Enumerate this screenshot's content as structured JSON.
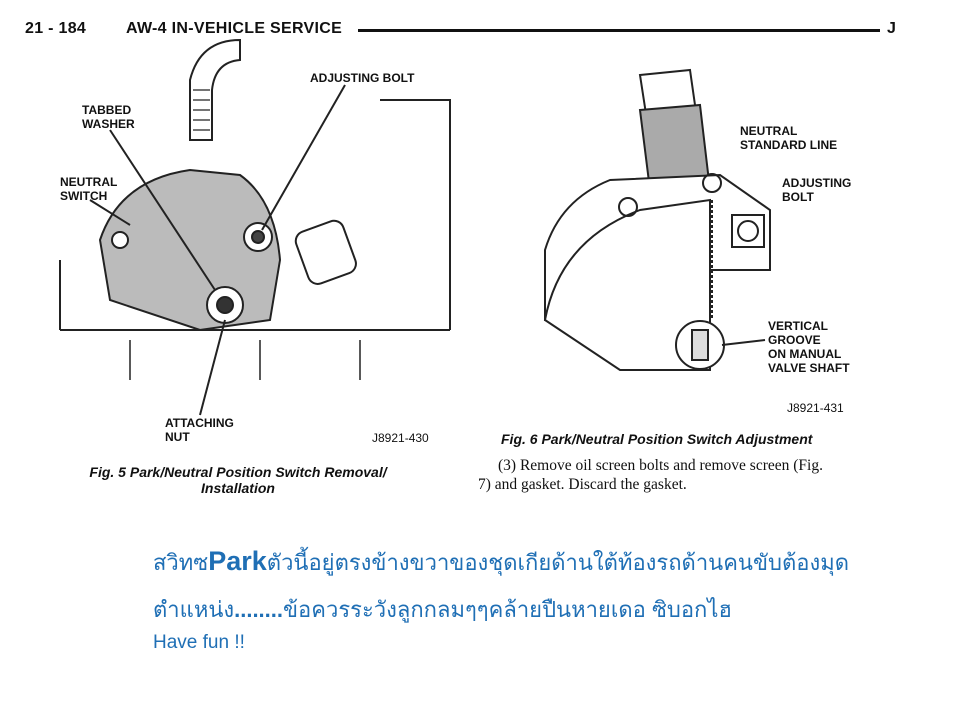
{
  "header": {
    "page_number": "21 - 184",
    "section_title": "AW-4 IN-VEHICLE SERVICE",
    "corner_letter": "J"
  },
  "figure5": {
    "labels": {
      "adjusting_bolt": "ADJUSTING BOLT",
      "tabbed_washer_1": "TABBED",
      "tabbed_washer_2": "WASHER",
      "neutral_switch_1": "NEUTRAL",
      "neutral_switch_2": "SWITCH",
      "attaching_nut_1": "ATTACHING",
      "attaching_nut_2": "NUT"
    },
    "code": "J8921-430",
    "caption_line1": "Fig. 5 Park/Neutral Position Switch Removal/",
    "caption_line2": "Installation"
  },
  "figure6": {
    "labels": {
      "neutral_line_1": "NEUTRAL",
      "neutral_line_2": "STANDARD LINE",
      "adjusting_bolt_1": "ADJUSTING",
      "adjusting_bolt_2": "BOLT",
      "groove_1": "VERTICAL",
      "groove_2": "GROOVE",
      "groove_3": "ON MANUAL",
      "groove_4": "VALVE SHAFT"
    },
    "code": "J8921-431",
    "caption": "Fig. 6 Park/Neutral Position Switch Adjustment"
  },
  "paragraph": {
    "line1": "(3)  Remove oil screen bolts and remove screen (Fig.",
    "line2": "7) and gasket. Discard the gasket."
  },
  "note": {
    "line1_a": "สวิทซ",
    "line1_b": "Park",
    "line1_c": "ตัวนี้อยู่ตรงข้างขวาของชุดเกียด้านใต้ท้องรถด้านคนขับต้องมุด",
    "line2_a": "ตำแหน่ง",
    "line2_b": "........",
    "line2_c": "ข้อควรระวังลูกกลมๆๆคล้ายปืนหายเดอ ซิบอกไฮ",
    "line3": "Have fun !!"
  },
  "colors": {
    "note_text": "#1f6fb5"
  }
}
